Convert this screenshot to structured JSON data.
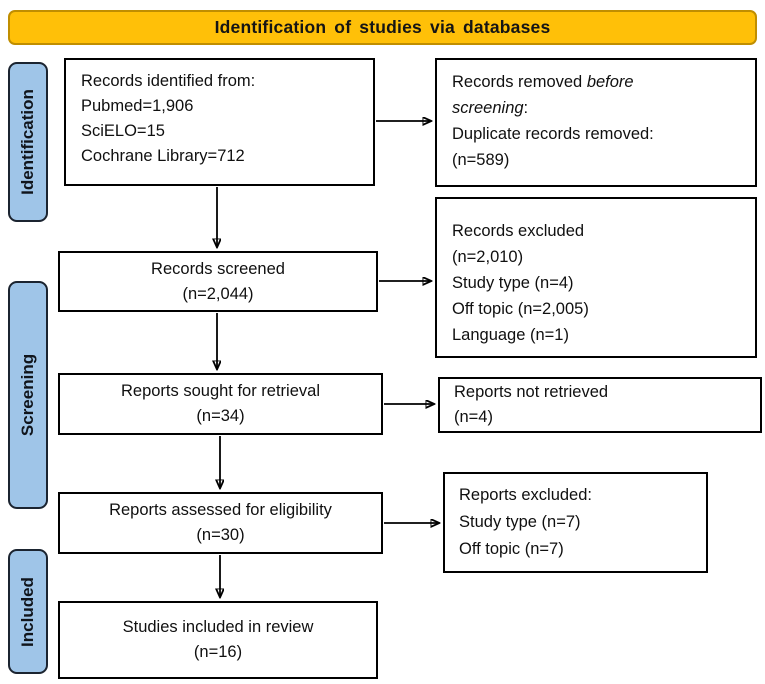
{
  "banner": {
    "title": "Identification of studies via databases"
  },
  "stages": [
    {
      "label": "Identification"
    },
    {
      "label": "Screening"
    },
    {
      "label": "Included"
    }
  ],
  "boxes": {
    "records_identified": {
      "lines": [
        [
          {
            "text": "Records identified from:"
          }
        ],
        [
          {
            "text": "Pubmed=1,906"
          }
        ],
        [
          {
            "text": "SciELO=15"
          }
        ],
        [
          {
            "text": "Cochrane Library=712"
          }
        ]
      ]
    },
    "records_removed": {
      "lines": [
        [
          {
            "text": "Records removed "
          },
          {
            "text": "before",
            "italic": true
          }
        ],
        [
          {
            "text": "screening",
            "italic": true
          },
          {
            "text": ":"
          }
        ],
        [
          {
            "text": "Duplicate records removed:"
          }
        ],
        [
          {
            "text": "(n=589)"
          }
        ]
      ]
    },
    "records_screened": {
      "lines": [
        [
          {
            "text": "Records screened"
          }
        ],
        [
          {
            "text": "(n=2,044)"
          }
        ]
      ]
    },
    "records_excluded": {
      "lines": [
        [
          {
            "text": "Records excluded"
          }
        ],
        [
          {
            "text": "(n=2,010)"
          }
        ],
        [
          {
            "text": "Study type (n=4)"
          }
        ],
        [
          {
            "text": "Off topic (n=2,005)"
          }
        ],
        [
          {
            "text": "Language (n=1)"
          }
        ]
      ]
    },
    "reports_sought": {
      "lines": [
        [
          {
            "text": "Reports sought for retrieval"
          }
        ],
        [
          {
            "text": "(n=34)"
          }
        ]
      ]
    },
    "reports_not_retrieved": {
      "lines": [
        [
          {
            "text": "Reports not retrieved"
          }
        ],
        [
          {
            "text": "(n=4)"
          }
        ]
      ]
    },
    "reports_assessed": {
      "lines": [
        [
          {
            "text": "Reports assessed for eligibility"
          }
        ],
        [
          {
            "text": "(n=30)"
          }
        ]
      ]
    },
    "reports_excluded": {
      "lines": [
        [
          {
            "text": "Reports excluded:"
          }
        ],
        [
          {
            "text": "Study type (n=7)"
          }
        ],
        [
          {
            "text": "Off topic (n=7)"
          }
        ]
      ]
    },
    "studies_included": {
      "lines": [
        [
          {
            "text": "Studies included in review"
          }
        ],
        [
          {
            "text": "(n=16)"
          }
        ]
      ]
    }
  },
  "colors": {
    "banner_fill": "#FFC008",
    "banner_border": "#C08E00",
    "stage_fill": "#9FC5E8",
    "stage_border": "#1B2430",
    "arrow_color": "#000000"
  }
}
